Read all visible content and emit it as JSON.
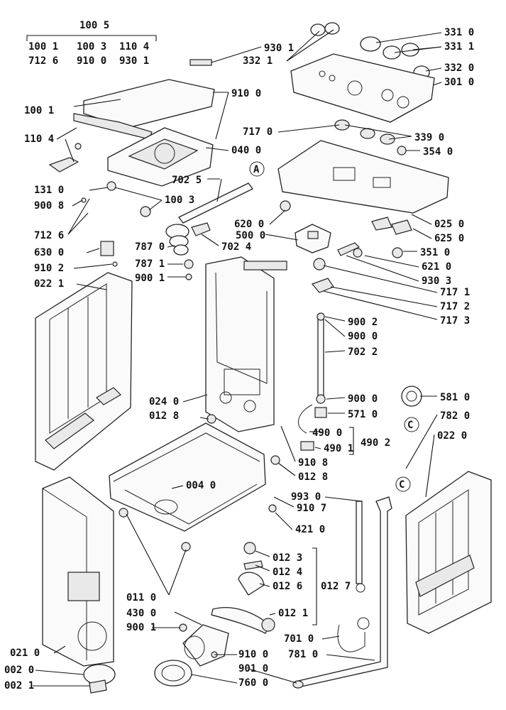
{
  "header": {
    "group_code": "100 5",
    "group_codes_row1": [
      "100 1",
      "100 3",
      "110 4"
    ],
    "group_codes_row2": [
      "712 6",
      "910 0",
      "930 1"
    ]
  },
  "labels": {
    "l9301": "930 1",
    "l3321": "332 1",
    "l3310": "331 0",
    "l3311": "331 1",
    "l3320": "332 0",
    "l3010": "301 0",
    "l9100": "910 0",
    "l1001": "100 1",
    "l1104": "110 4",
    "l7170": "717 0",
    "l3390": "339 0",
    "l0400": "040 0",
    "l3540": "354 0",
    "l7025": "702 5",
    "l1310": "131 0",
    "l1003": "100 3",
    "l9008": "900 8",
    "l6200": "620 0",
    "l0250": "025 0",
    "l5000": "500 0",
    "l6250": "625 0",
    "l7126": "712 6",
    "l6300": "630 0",
    "l7870": "787 0",
    "l7024": "702 4",
    "l3510": "351 0",
    "l7871": "787 1",
    "l6210": "621 0",
    "l9102": "910 2",
    "l9001": "900 1",
    "l9303": "930 3",
    "l0221": "022 1",
    "l7171": "717 1",
    "l7172": "717 2",
    "l7173": "717 3",
    "l9002": "900 2",
    "l9000a": "900 0",
    "l7022": "702 2",
    "l0240": "024 0",
    "l9000b": "900 0",
    "l5810": "581 0",
    "l0128a": "012 8",
    "l5710": "571 0",
    "l7820": "782 0",
    "l4900": "490 0",
    "l0220": "022 0",
    "l4902": "490 2",
    "l4901": "490 1",
    "l9108": "910 8",
    "l0128b": "012 8",
    "l0040": "004 0",
    "l9930": "993 0",
    "l9107": "910 7",
    "l4210": "421 0",
    "l0123": "012 3",
    "l0124": "012 4",
    "l0126": "012 6",
    "l0127": "012 7",
    "l0110": "011 0",
    "l0121": "012 1",
    "l4300": "430 0",
    "l9001b": "900 1",
    "l7010": "701 0",
    "l0210": "021 0",
    "l9100b": "910 0",
    "l7810": "781 0",
    "l0020": "002 0",
    "l9010": "901 0",
    "l0021": "002 1",
    "l7600": "760 0",
    "callout_a": "A",
    "callout_c": "C"
  }
}
